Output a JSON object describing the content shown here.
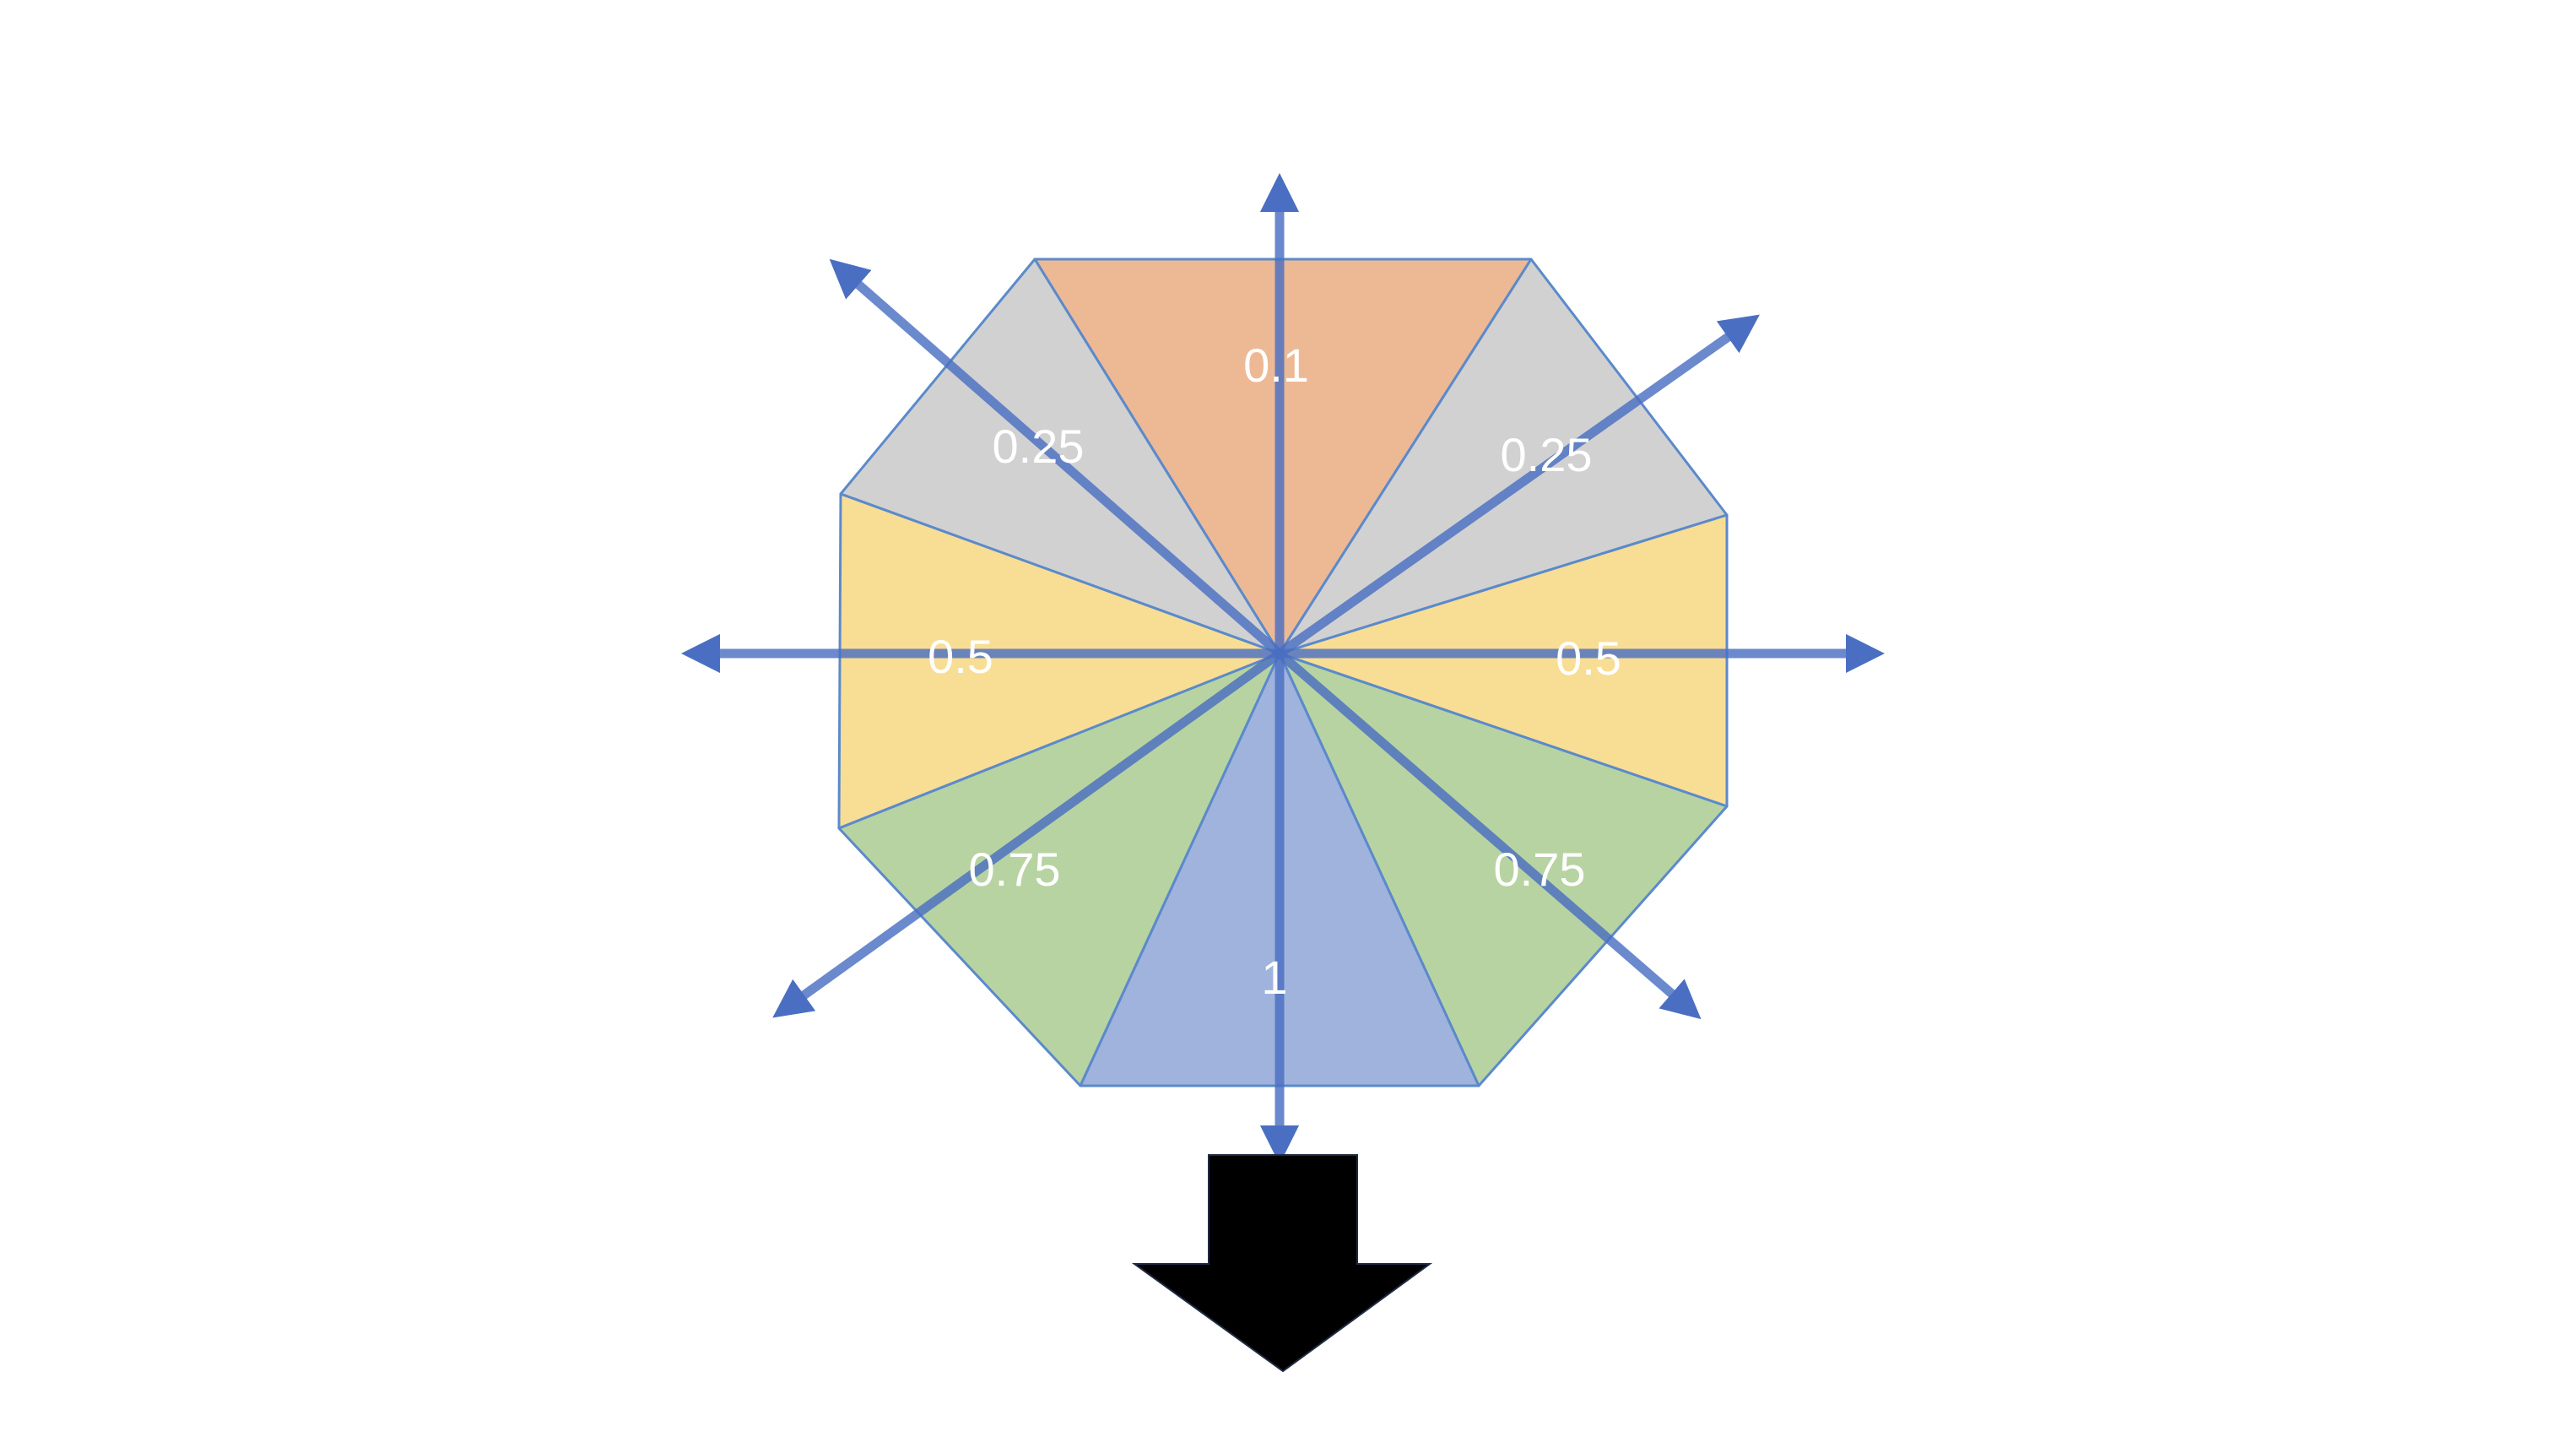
{
  "segments": [
    {
      "id": "top",
      "label": "0.1",
      "color": "#EDB995"
    },
    {
      "id": "upper-left",
      "label": "0.25",
      "color": "#D1D1D1"
    },
    {
      "id": "upper-right",
      "label": "0.25",
      "color": "#D1D1D1"
    },
    {
      "id": "left",
      "label": "0.5",
      "color": "#F8DD94"
    },
    {
      "id": "right",
      "label": "0.5",
      "color": "#F8DD94"
    },
    {
      "id": "lower-left",
      "label": "0.75",
      "color": "#B8D3A2"
    },
    {
      "id": "lower-right",
      "label": "0.75",
      "color": "#B8D3A2"
    },
    {
      "id": "bottom",
      "label": "1",
      "color": "#A0B3DD"
    }
  ],
  "arrow_color": "#4A6FC2",
  "edge_color": "#5B8ACB",
  "direction_arrow_color": "#000000"
}
